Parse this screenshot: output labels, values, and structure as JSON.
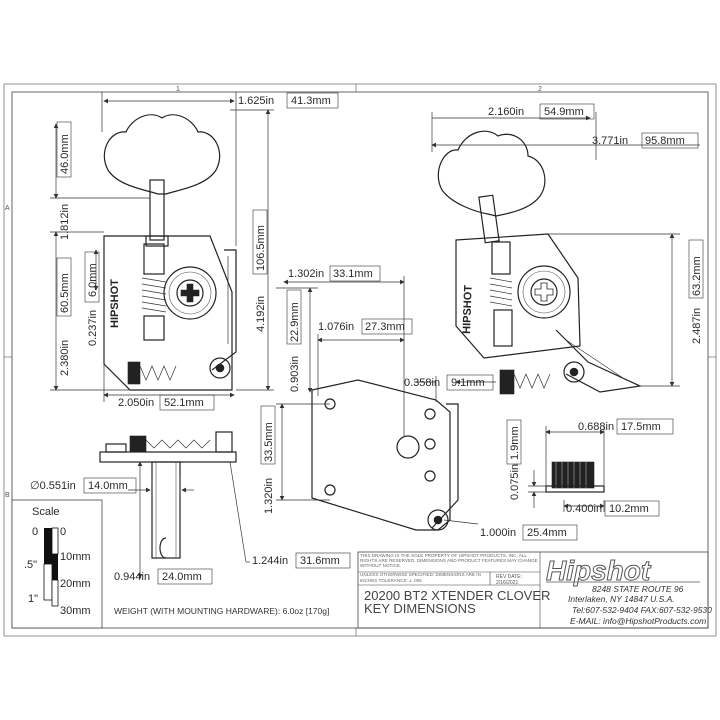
{
  "zones": {
    "top_1": "1",
    "top_2": "2",
    "left_a": "A",
    "left_b": "B"
  },
  "dims": {
    "d1": "1.625in",
    "d1m": "41.3mm",
    "d2": "1.812in",
    "d2m": "46.0mm",
    "d3": "4.192in",
    "d3m": "106.5mm",
    "d4": "2.380in",
    "d4m": "60.5mm",
    "d5": "0.237in",
    "d5m": "6.0mm",
    "d6": "2.050in",
    "d6m": "52.1mm",
    "d7": "2.160in",
    "d7m": "54.9mm",
    "d8": "3.771in",
    "d8m": "95.8mm",
    "d9": "2.487in",
    "d9m": "63.2mm",
    "d10": "1.302in",
    "d10m": "33.1mm",
    "d11": "1.076in",
    "d11m": "27.3mm",
    "d12": "0.903in",
    "d12m": "22.9mm",
    "d13": "0.358in",
    "d13m": "9.1mm",
    "d14": "1.320in",
    "d14m": "33.5mm",
    "d15": "1.000in",
    "d15m": "25.4mm",
    "d16": "0.688in",
    "d16m": "17.5mm",
    "d17": "0.075in",
    "d17m": "1.9mm",
    "d18": "0.400in",
    "d18m": "10.2mm",
    "d19": "0.551in",
    "d19m": "14.0mm",
    "d20": "0.944in",
    "d20m": "24.0mm",
    "d21": "1.244in",
    "d21m": "31.6mm",
    "diameter_symbol": "∅"
  },
  "scale": {
    "label": "Scale",
    "inch_marks": [
      "0",
      ".5\"",
      "1\""
    ],
    "mm_marks": [
      "0",
      "10mm",
      "20mm",
      "30mm"
    ]
  },
  "weight": "WEIGHT (WITH MOUNTING HARDWARE): 6.0oz [170g]",
  "title_block": {
    "notice": "THIS DRAWING IS THE SOLE PROPERTY OF HIPSHOT PRODUCTS, INC. ALL RIGHTS ARE RESERVED. DIMENSIONS AND PRODUCT FEATURES MAY CHANGE WITHOUT NOTICE.",
    "units": "UNLESS OTHERWISE SPECIFIED: DIMENSIONS ARE IN INCHES TOLERANCE: ± .005",
    "rev_label": "REV DATE:",
    "rev_date": "2/16/2021",
    "title_line1": "20200 BT2 XTENDER CLOVER",
    "title_line2": "KEY DIMENSIONS",
    "brand": "Hipshot",
    "address1": "8248 STATE ROUTE 96",
    "address2": "Interlaken, NY 14847 U.S.A.",
    "phone": "Tel:607-532-9404 FAX:607-532-9530",
    "email": "E-MAIL: info@HipshotProducts.com"
  },
  "plate_logo": "HIPSHOT"
}
